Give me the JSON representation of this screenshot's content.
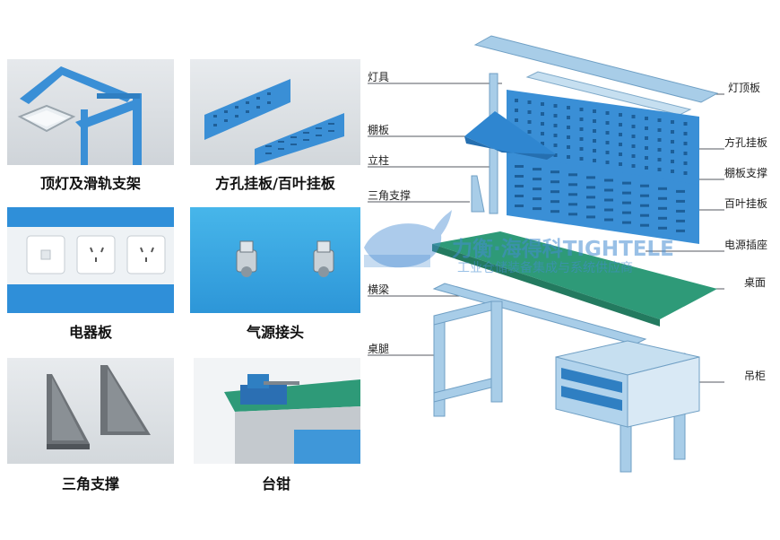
{
  "components": [
    {
      "id": "top-light-rail",
      "caption": "顶灯及滑轨支架"
    },
    {
      "id": "pegboard-louver",
      "caption": "方孔挂板/百叶挂板"
    },
    {
      "id": "power-panel",
      "caption": "电器板"
    },
    {
      "id": "air-connector",
      "caption": "气源接头"
    },
    {
      "id": "triangle-bracket",
      "caption": "三角支撑"
    },
    {
      "id": "bench-vise",
      "caption": "台钳"
    }
  ],
  "diagram_labels": {
    "left": [
      "灯具",
      "棚板",
      "立柱",
      "三角支撑",
      "横梁",
      "桌腿"
    ],
    "right": [
      "灯顶板",
      "方孔挂板",
      "棚板支撑",
      "百叶挂板",
      "电源插座",
      "桌面",
      "吊柜"
    ]
  },
  "watermark": {
    "title": "力衡·海得科TIGHTELE",
    "subtitle": "工业仓储装备集成与系统供应商"
  },
  "colors": {
    "part_blue": "#3a8fd6",
    "frame_blue": "#a8cde8",
    "top_green": "#2e9a78",
    "tile_gray": "#d8dde2",
    "wall_blue": "#2f8fd9"
  }
}
